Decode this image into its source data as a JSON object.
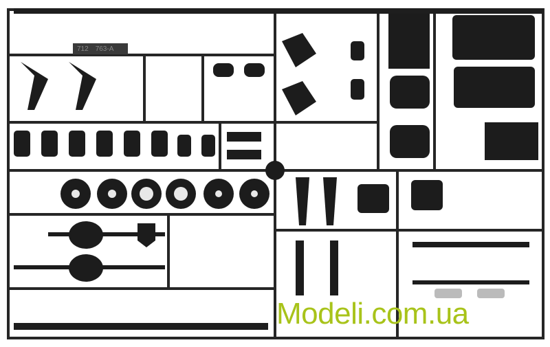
{
  "sprue": {
    "code": "712",
    "part_number": "763-A"
  },
  "watermark": "Modeli.com.ua",
  "colors": {
    "plastic": "#1c1c1c",
    "runner": "#2a2a2a",
    "watermark": "#a8c31a"
  }
}
